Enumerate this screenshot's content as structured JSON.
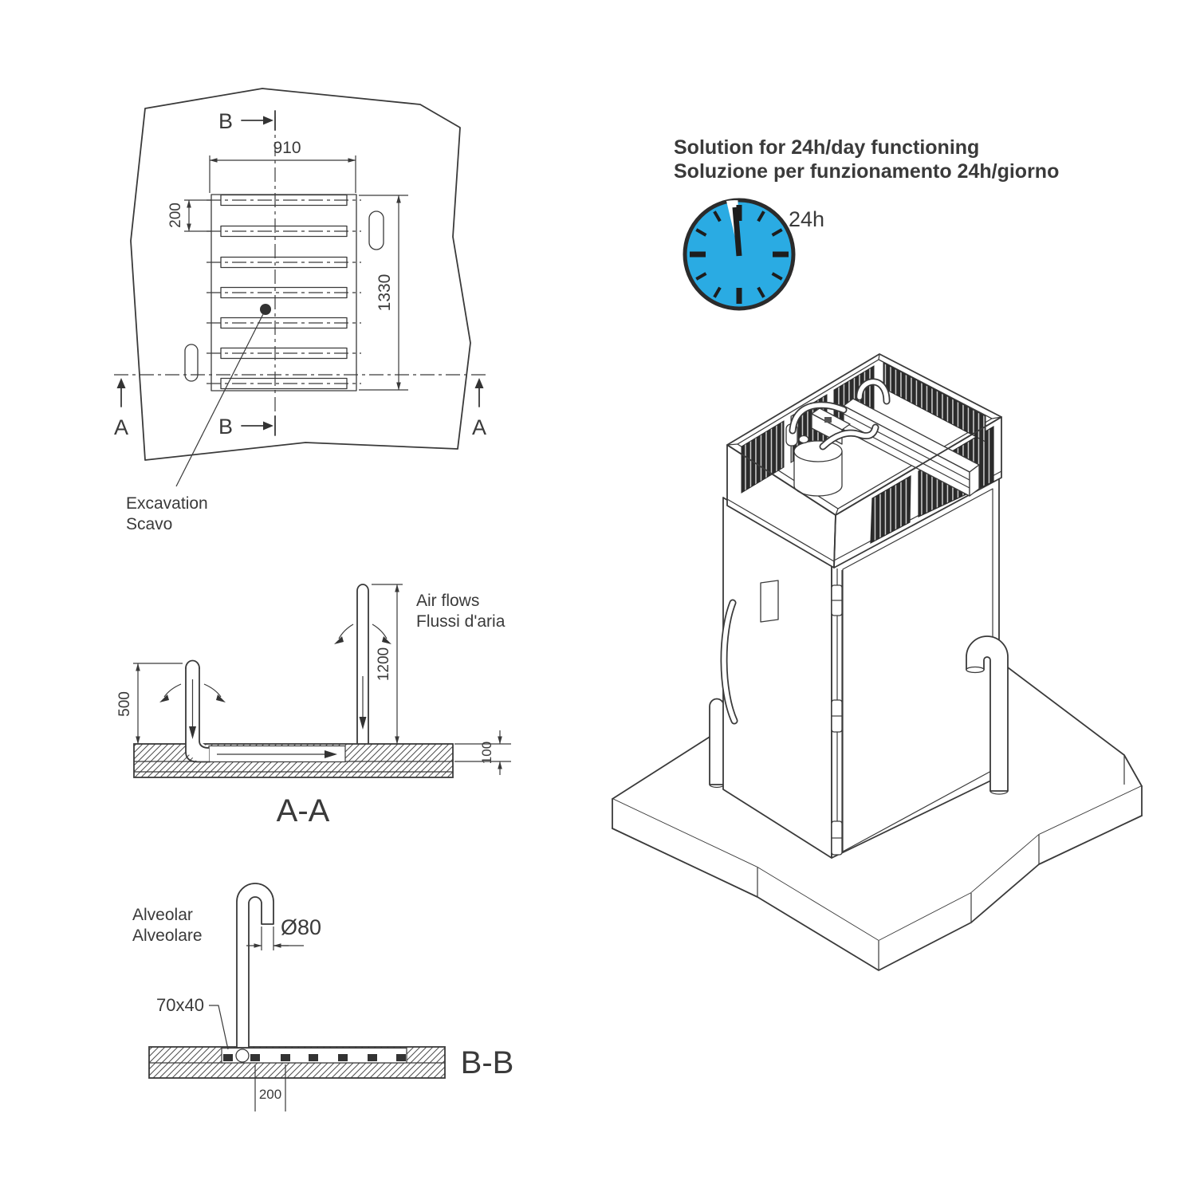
{
  "colors": {
    "line": "#3a3a3a",
    "clock_blue": "#2aabe3",
    "grille_dark": "#2b2b2b"
  },
  "plan_view": {
    "marker_b": "B",
    "marker_a": "A",
    "dim_width": "910",
    "dim_pitch": "200",
    "dim_length": "1330",
    "callout_en": "Excavation",
    "callout_it": "Scavo"
  },
  "section_aa": {
    "label": "A-A",
    "caption_en": "Air flows",
    "caption_it": "Flussi d'aria",
    "dim_left_pipe": "500",
    "dim_right_pipe": "1200",
    "dim_depth": "100"
  },
  "section_bb": {
    "label": "B-B",
    "caption_en": "Alveolar",
    "caption_it": "Alveolare",
    "dim_diameter": "Ø80",
    "dim_block": "70x40",
    "dim_pitch": "200"
  },
  "solution": {
    "title_en": "Solution for 24h/day functioning",
    "title_it": "Soluzione per funzionamento 24h/giorno",
    "clock_label": "24h"
  }
}
